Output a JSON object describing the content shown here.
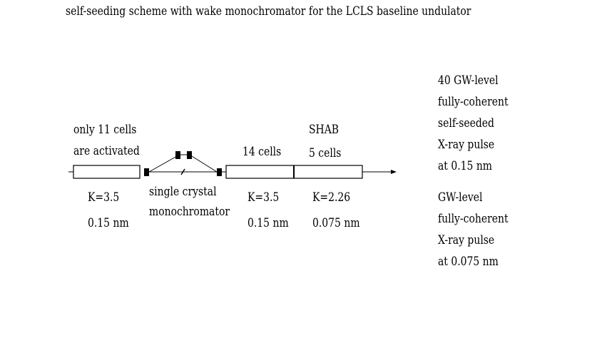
{
  "title": "self-seeding scheme with wake monochromator for the LCLS baseline undulator",
  "section1": {
    "note_line1": "only 11 cells",
    "note_line2": "are activated",
    "k": "K=3.5",
    "wavelength": "0.15 nm"
  },
  "monochromator": {
    "line1": "single crystal",
    "line2": "monochromator"
  },
  "section2": {
    "cells": "14 cells",
    "k": "K=3.5",
    "wavelength": "0.15 nm"
  },
  "shab": {
    "label": "SHAB",
    "cells": "5 cells",
    "k": "K=2.26",
    "wavelength": "0.075 nm"
  },
  "output1": {
    "line1": "40 GW-level",
    "line2": "fully-coherent",
    "line3": "self-seeded",
    "line4": "X-ray pulse",
    "line5": "at 0.15 nm"
  },
  "output2": {
    "line1": "GW-level",
    "line2": "fully-coherent",
    "line3": "X-ray pulse",
    "line4": "at 0.075 nm"
  }
}
